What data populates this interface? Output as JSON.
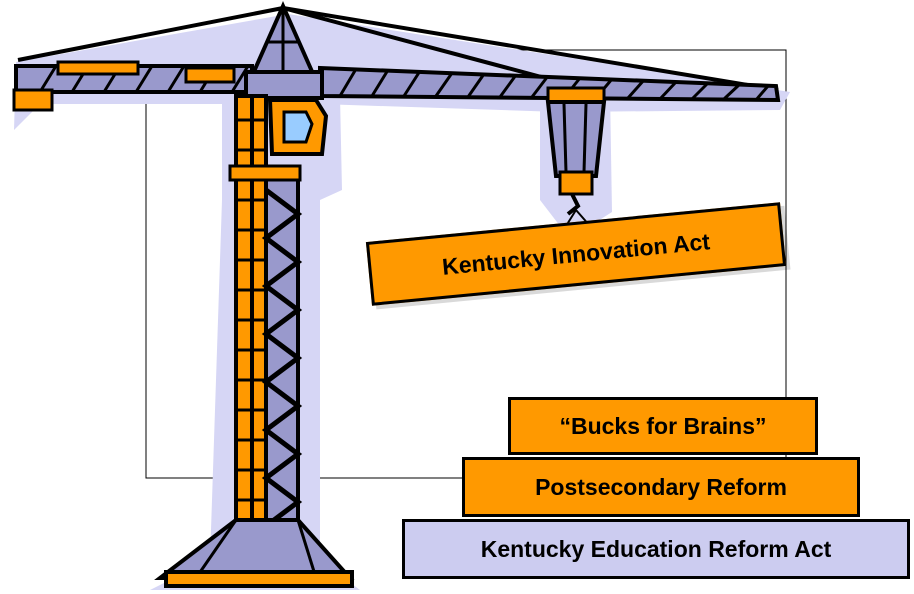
{
  "blocks": {
    "hanging": "Kentucky Innovation Act",
    "stack": [
      "“Bucks for Brains”",
      "Postsecondary Reform",
      "Kentucky Education Reform Act"
    ]
  },
  "colors": {
    "orange": "#ff9900",
    "lavender": "#ccccf0",
    "steel": "#9999cc",
    "outline": "#000000"
  },
  "clipart": {
    "name": "construction-crane-icon"
  }
}
